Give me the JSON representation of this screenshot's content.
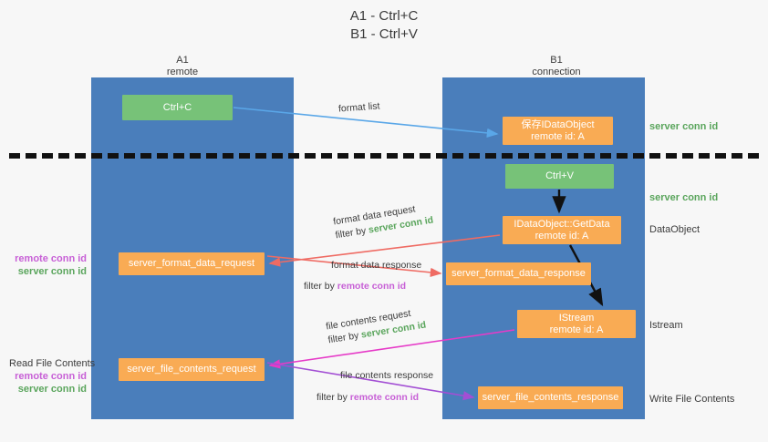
{
  "title": {
    "line1": "A1 - Ctrl+C",
    "line2": "B1 - Ctrl+V"
  },
  "columns": [
    {
      "name": "A1",
      "sub": "remote"
    },
    {
      "name": "B1",
      "sub": "connection"
    }
  ],
  "colors": {
    "lane": "#4a7ebb",
    "green_node": "#77c278",
    "orange_node": "#f9ab54",
    "green_text": "#5aa55c",
    "magenta_text": "#c75fd6",
    "divider": "#111111",
    "arrow_blue": "#5aa7e8",
    "arrow_red": "#ef6b63",
    "arrow_magenta": "#e63bc8",
    "arrow_purple": "#a34fd4",
    "arrow_black": "#111111",
    "background": "#f7f7f7"
  },
  "nodes": {
    "ctrl_c": {
      "label": "Ctrl+C",
      "kind": "green"
    },
    "idataobject": {
      "line1": "保存IDataObject",
      "line2": "remote id: A",
      "kind": "orange"
    },
    "ctrl_v": {
      "label": "Ctrl+V",
      "kind": "green"
    },
    "getdata": {
      "line1": "IDataObject::GetData",
      "line2": "remote id: A",
      "kind": "orange"
    },
    "server_format_data_request": {
      "label": "server_format_data_request",
      "kind": "orange"
    },
    "server_format_data_response": {
      "label": "server_format_data_response",
      "kind": "orange"
    },
    "istream": {
      "line1": "IStream",
      "line2": "remote id: A",
      "kind": "orange"
    },
    "server_file_contents_request": {
      "label": "server_file_contents_request",
      "kind": "orange"
    },
    "server_file_contents_response": {
      "label": "server_file_contents_response",
      "kind": "orange"
    }
  },
  "right_labels": {
    "l1": "server conn id",
    "l2": "server conn id",
    "l3": "DataObject",
    "l4": "Istream",
    "l5": "Write File Contents"
  },
  "left_labels": {
    "group1": {
      "remote": "remote conn id",
      "server": "server conn id"
    },
    "group2": {
      "heading": "Read File Contents",
      "remote": "remote conn id",
      "server": "server conn id"
    }
  },
  "edge_labels": {
    "format_list": "format list",
    "format_data_request": {
      "main": "format data request",
      "filter_prefix": "filter by",
      "filter_value": "server conn id"
    },
    "format_data_response": {
      "main": "format data response",
      "filter_prefix": "filter by",
      "filter_value": "remote conn id"
    },
    "file_contents_request": {
      "main": "file contents request",
      "filter_prefix": "filter by",
      "filter_value": "server conn id"
    },
    "file_contents_response": {
      "main": "file contents response",
      "filter_prefix": "filter by",
      "filter_value": "remote conn id"
    }
  }
}
